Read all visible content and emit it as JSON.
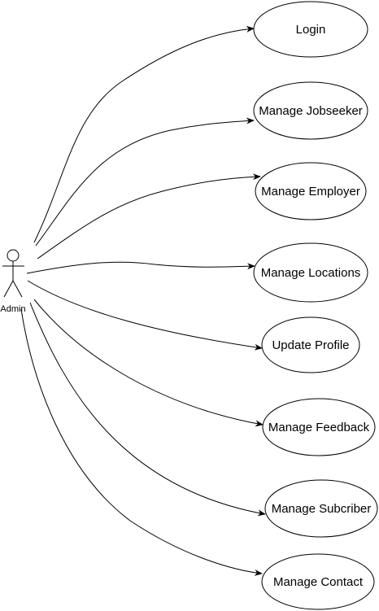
{
  "actor": {
    "name": "Admin"
  },
  "use_cases": [
    {
      "id": "login",
      "label": "Login"
    },
    {
      "id": "manage-jobseeker",
      "label": "Manage Jobseeker"
    },
    {
      "id": "manage-employer",
      "label": "Manage Employer"
    },
    {
      "id": "manage-locations",
      "label": "Manage Locations"
    },
    {
      "id": "update-profile",
      "label": "Update Profile"
    },
    {
      "id": "manage-feedback",
      "label": "Manage Feedback"
    },
    {
      "id": "manage-subcriber",
      "label": "Manage Subcriber"
    },
    {
      "id": "manage-contact",
      "label": "Manage Contact"
    }
  ],
  "colors": {
    "stroke": "#000000",
    "fill": "#ffffff",
    "background": "#ffffff"
  }
}
